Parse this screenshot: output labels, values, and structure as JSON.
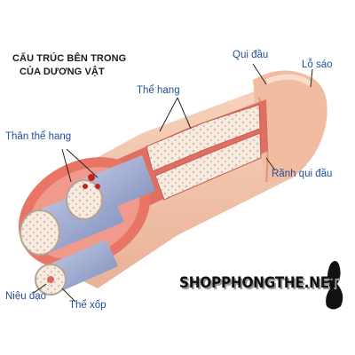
{
  "diagram": {
    "title_line1": "CẤU TRÚC BÊN TRONG",
    "title_line2": "CỦA DƯƠNG VẬT",
    "labels": {
      "qui_dau": "Qui đầu",
      "lo_sao": "Lỗ sáo",
      "the_hang": "Thể hang",
      "than_the_hang": "Thân thể hang",
      "ranh_qui_dau": "Rãnh qui đầu",
      "nieu_dao": "Niệu đạo",
      "the_xop": "Thể xốp"
    },
    "watermark": "SHOPPHONGTHE.NET",
    "colors": {
      "skin": "#f3c3a8",
      "tissue": "#e06f63",
      "label_blue": "#1f4f9a",
      "vessel_blue": "#8f9dc6",
      "spongy": "#f4ece1"
    }
  }
}
